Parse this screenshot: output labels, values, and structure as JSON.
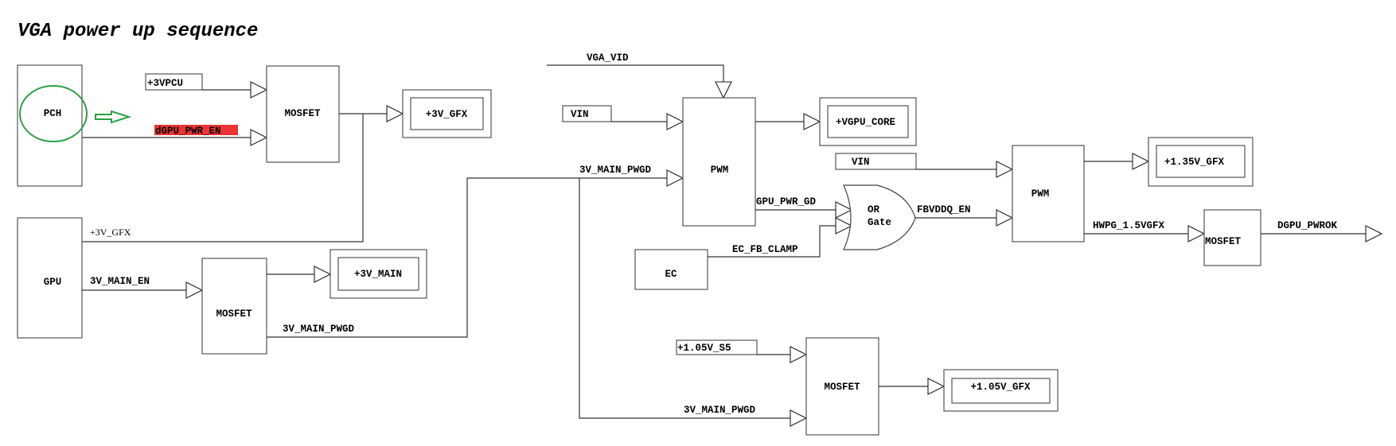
{
  "title": "VGA power up sequence",
  "colors": {
    "highlight": "#ee3333",
    "annotation": "#2ea043",
    "line": "#333333"
  },
  "blocks": {
    "pch": "PCH",
    "gpu": "GPU",
    "ec": "EC",
    "mosfet_3vgfx": "MOSFET",
    "mosfet_3vmain": "MOSFET",
    "pwm_core": "PWM",
    "or_gate_line1": "OR",
    "or_gate_line2": "Gate",
    "pwm_135": "PWM",
    "mosfet_pwrok": "MOSFET",
    "mosfet_105": "MOSFET"
  },
  "rails": {
    "p3v_gfx": "+3V_GFX",
    "p3v_main": "+3V_MAIN",
    "vgpu_core": "+VGPU_CORE",
    "p135v_gfx": "+1.35V_GFX",
    "p105v_gfx": "+1.05V_GFX"
  },
  "inputs": {
    "p3vpcu": "+3VPCU",
    "vin_core": "VIN",
    "vin_135": "VIN",
    "p105v_s5": "+1.05V_S5"
  },
  "signals": {
    "dgpu_pwr_en": "dGPU_PWR_EN",
    "p3v_gfx_to_gpu": "+3V_GFX",
    "v3_main_en": "3V_MAIN_EN",
    "v3_main_pwgd_out": "3V_MAIN_PWGD",
    "vga_vid": "VGA_VID",
    "v3_main_pwgd_pwm": "3V_MAIN_PWGD",
    "gpu_pwr_gd": "GPU_PWR_GD",
    "ec_fb_clamp": "EC_FB_CLAMP",
    "fbvddq_en": "FBVDDQ_EN",
    "hwpg_15vgfx": "HWPG_1.5VGFX",
    "dgpu_pwrok": "DGPU_PWROK",
    "v3_main_pwgd_mosfet": "3V_MAIN_PWGD"
  }
}
